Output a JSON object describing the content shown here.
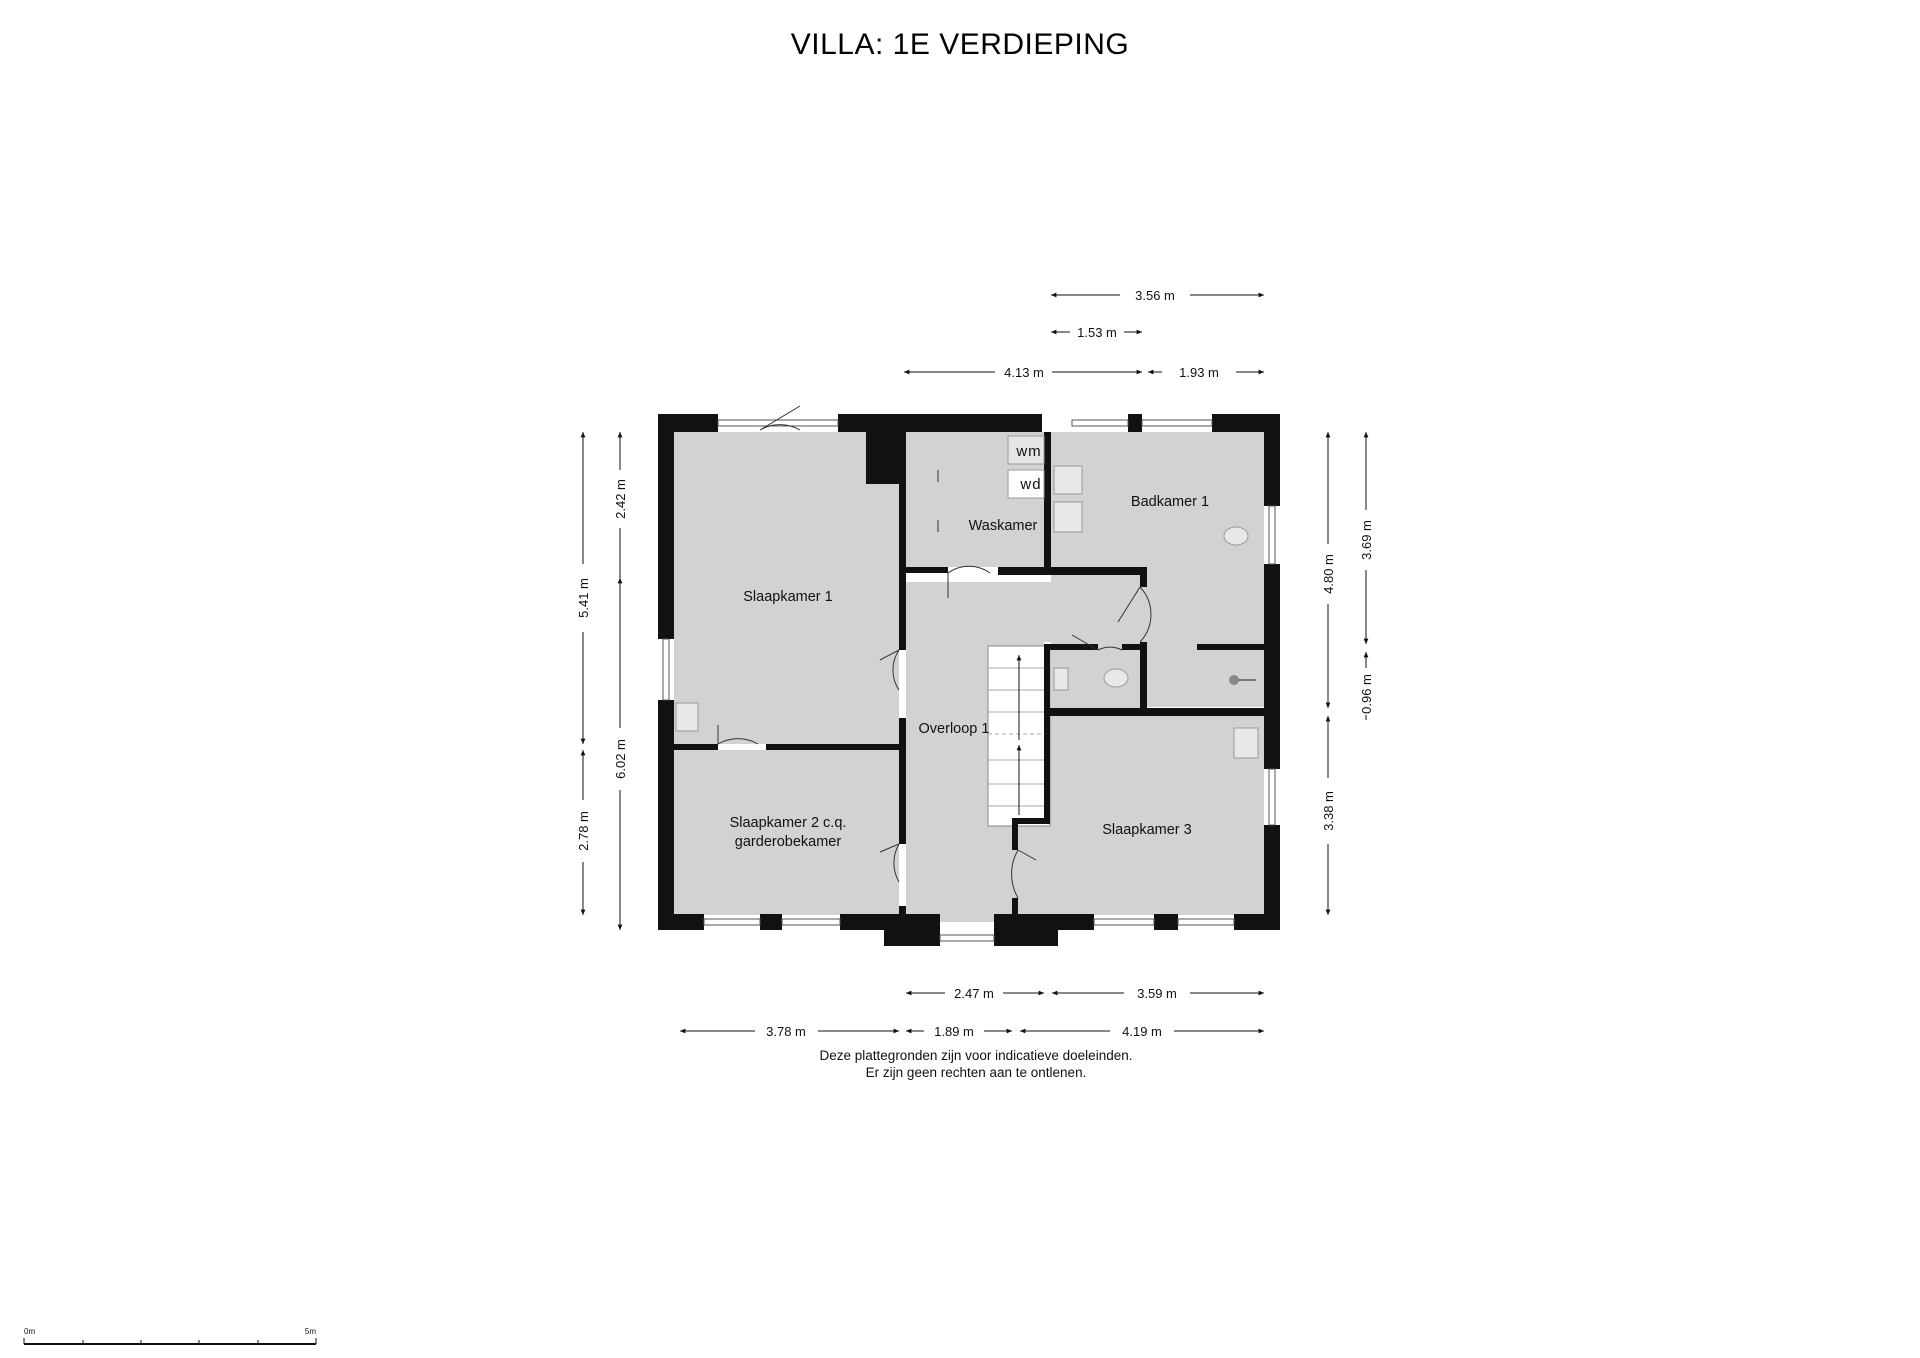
{
  "title": "VILLA: 1E VERDIEPING",
  "rooms": {
    "slaapkamer1": "Slaapkamer 1",
    "slaapkamer2_line1": "Slaapkamer 2 c.q.",
    "slaapkamer2_line2": "garderobekamer",
    "waskamer": "Waskamer",
    "badkamer1": "Badkamer 1",
    "overloop1": "Overloop 1",
    "slaapkamer3": "Slaapkamer 3"
  },
  "appliances": {
    "washer": "wm",
    "dryer": "wd"
  },
  "dimensions": {
    "top_overall": "3.56 m",
    "top_small": "1.53 m",
    "top_left": "4.13 m",
    "top_right": "1.93 m",
    "left_outer": "5.41 m",
    "left_outer_bottom": "2.78 m",
    "left_inner_top": "2.42 m",
    "left_inner_bottom": "6.02 m",
    "right_inner_top": "4.80 m",
    "right_inner_bottom": "3.38 m",
    "right_outer_top": "3.69 m",
    "right_outer_bottom": "0.96 m",
    "bottom_row1_left": "2.47 m",
    "bottom_row1_right": "3.59 m",
    "bottom_row2_left": "3.78 m",
    "bottom_row2_mid": "1.89 m",
    "bottom_row2_right": "4.19 m"
  },
  "disclaimer": {
    "line1": "Deze plattegronden zijn voor indicatieve doeleinden.",
    "line2": "Er zijn geen rechten aan te ontlenen."
  },
  "scale_bar": {
    "start": "0m",
    "end": "5m"
  }
}
